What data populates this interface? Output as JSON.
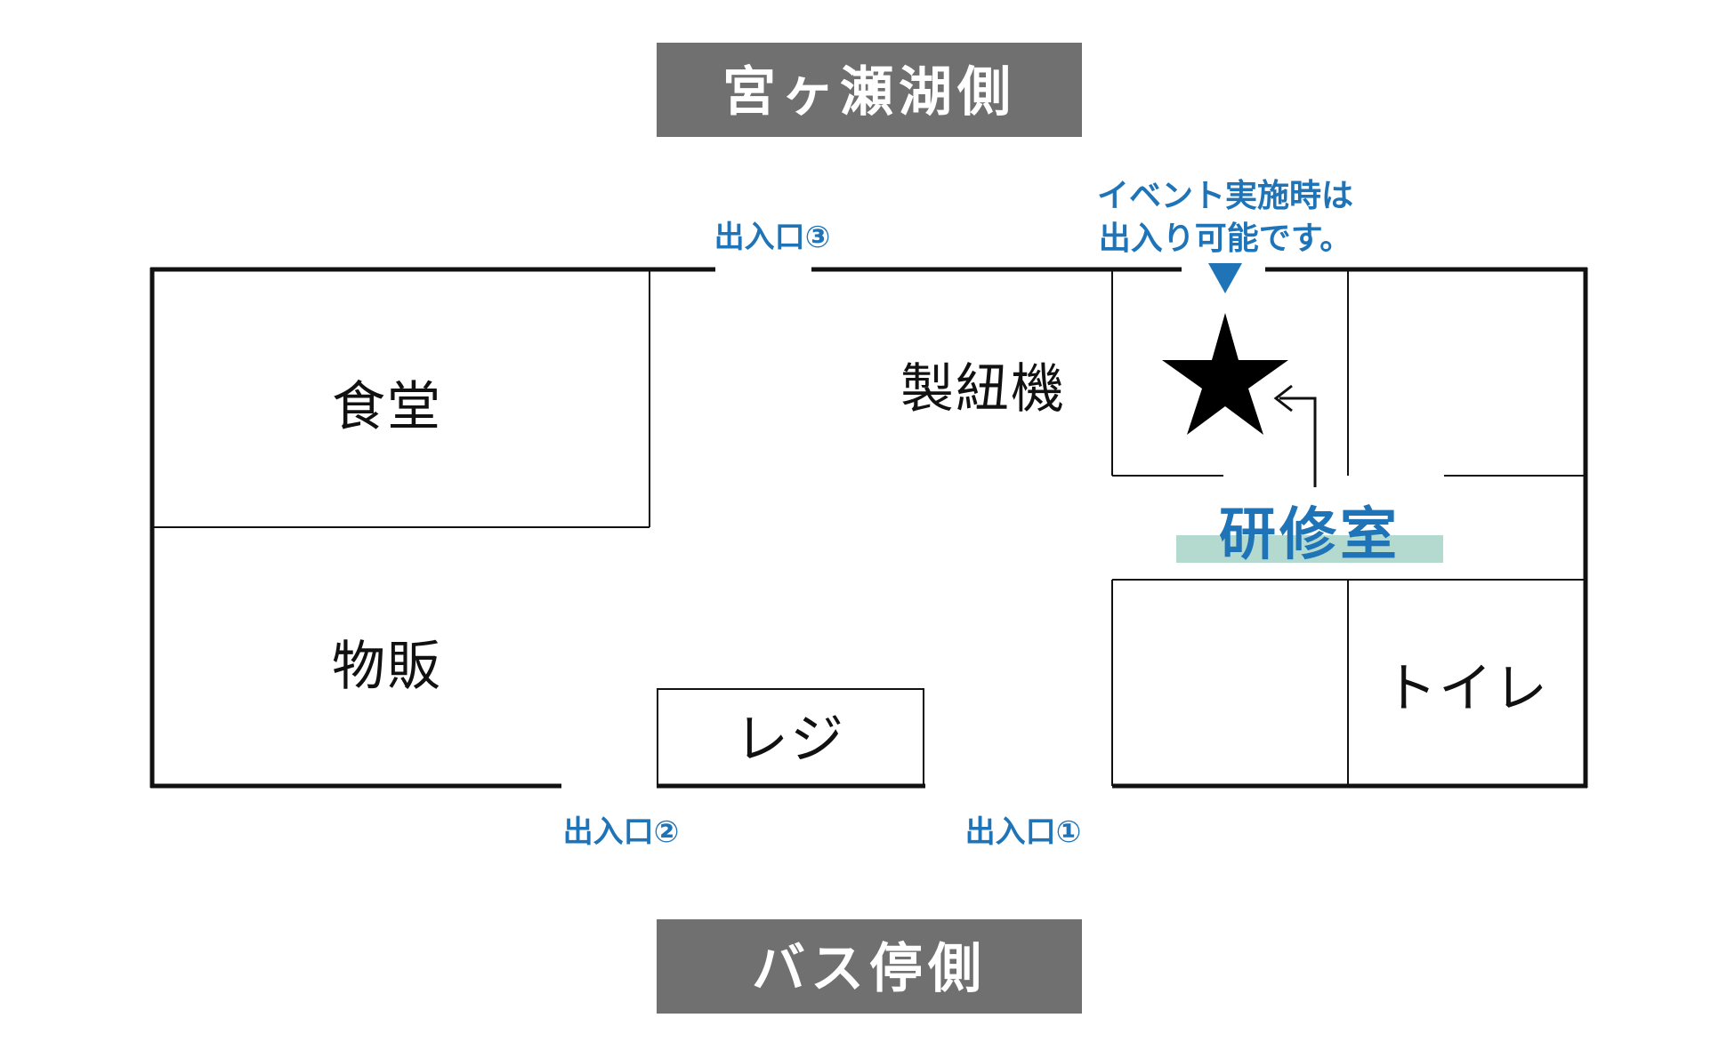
{
  "header_label": "宮ヶ瀬湖側",
  "footer_label": "バス停側",
  "rooms": {
    "shokudo": "食堂",
    "buppan": "物販",
    "reji": "レジ",
    "seichuki": "製紐機",
    "kenshushitsu": "研修室",
    "toilet": "トイレ"
  },
  "entrances": {
    "e1": "出入口①",
    "e2": "出入口②",
    "e3": "出入口③"
  },
  "event_note": {
    "line1": "イベント実施時は",
    "line2": "出入り可能です。"
  },
  "icons": {
    "star": "star-icon",
    "marker": "triangle-down-icon",
    "arrow": "bent-arrow-icon"
  },
  "colors": {
    "label_bg": "#707070",
    "accent_blue": "#1f74b8",
    "highlight": "#b4d9cf",
    "wall": "#111111"
  }
}
